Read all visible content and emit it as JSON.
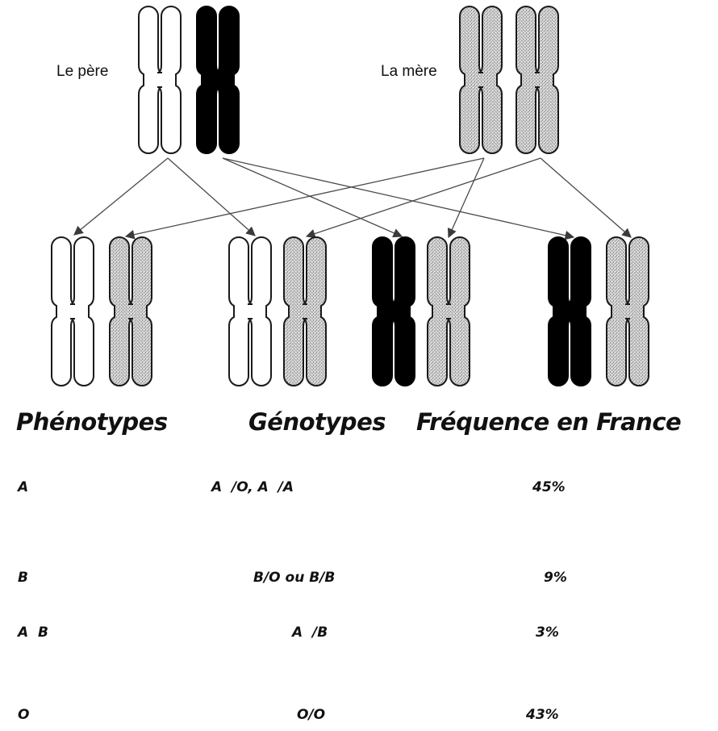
{
  "labels": {
    "father": "Le père",
    "mother": "La mère"
  },
  "table": {
    "headers": [
      "Phénotypes",
      "Génotypes",
      "Fréquence en France"
    ],
    "rows": [
      {
        "phenotype": "A",
        "genotype": "A  /O, A  /A",
        "frequency": "45%"
      },
      {
        "phenotype": "B",
        "genotype": "B/O ou B/B",
        "frequency": "9%"
      },
      {
        "phenotype": "A  B",
        "genotype": "A  /B",
        "frequency": "3%"
      },
      {
        "phenotype": "O",
        "genotype": "O/O",
        "frequency": "43%"
      }
    ]
  },
  "colors": {
    "white_chromosome": "#ffffff",
    "black_chromosome": "#000000",
    "gray_chromosome": "#d8d8d8",
    "outline": "#1a1a1a",
    "arrow": "#4a4a4a"
  }
}
